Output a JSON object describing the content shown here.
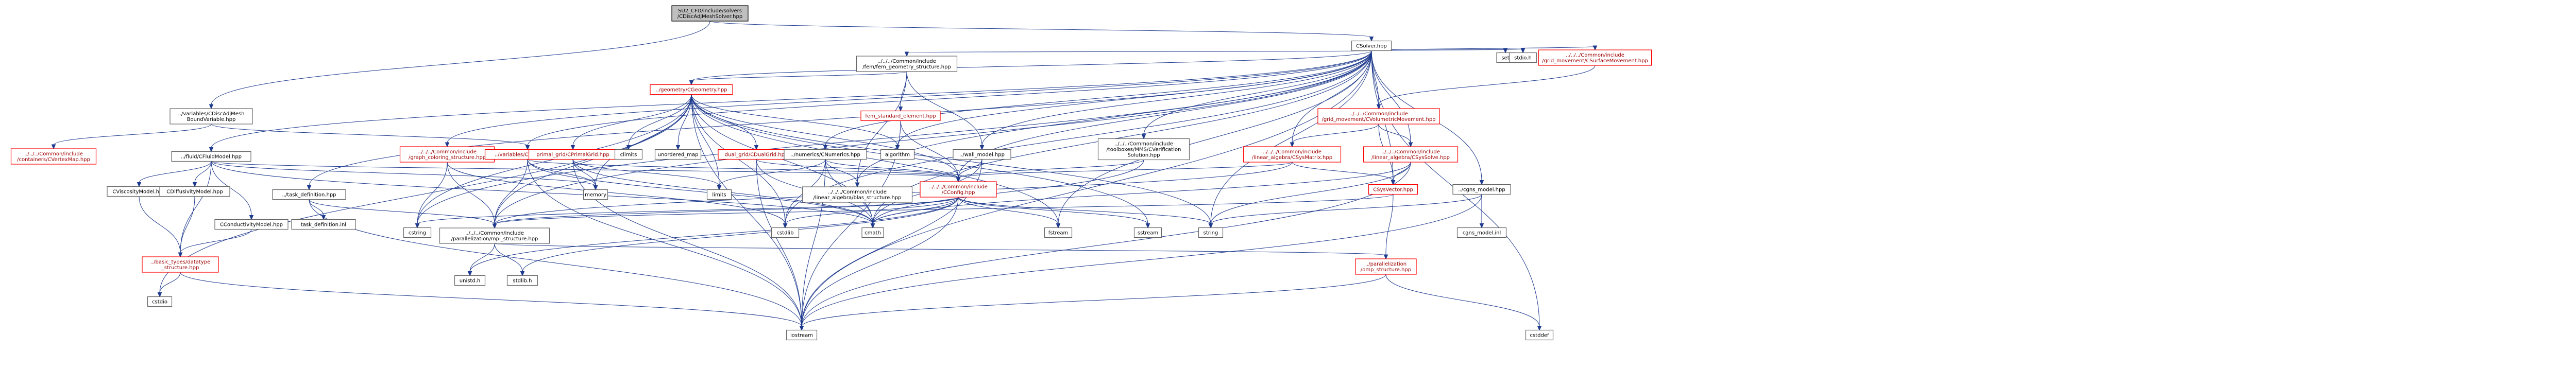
{
  "graph": {
    "colors": {
      "edge": "#1f3b8e",
      "box_border": "#666666",
      "truncated_border": "#ff0000",
      "root_fill": "#bfbfbf"
    },
    "nodes": [
      {
        "id": "root",
        "lines": [
          "SU2_CFD/include/solvers",
          "/CDiscAdjMeshSolver.hpp"
        ],
        "root": true
      },
      {
        "id": "csolver",
        "lines": [
          "CSolver.hpp"
        ]
      },
      {
        "id": "adjmesh",
        "lines": [
          "../variables/CDiscAdjMesh",
          "BoundVariable.hpp"
        ]
      },
      {
        "id": "vertex",
        "lines": [
          "../../../Common/include",
          "/containers/CVertexMap.hpp"
        ],
        "red": true
      },
      {
        "id": "fluidmodel",
        "lines": [
          "../fluid/CFluidModel.hpp"
        ]
      },
      {
        "id": "visc",
        "lines": [
          "CViscosityModel.hpp"
        ]
      },
      {
        "id": "diff",
        "lines": [
          "CDiffusivityModel.hpp"
        ]
      },
      {
        "id": "cond",
        "lines": [
          "CConductivityModel.hpp"
        ]
      },
      {
        "id": "basic",
        "lines": [
          "../basic_types/datatype",
          "_structure.hpp"
        ],
        "red": true
      },
      {
        "id": "cstdio",
        "lines": [
          "cstdio"
        ]
      },
      {
        "id": "taskdef",
        "lines": [
          "../task_definition.hpp"
        ]
      },
      {
        "id": "taskinl",
        "lines": [
          "task_definition.inl"
        ]
      },
      {
        "id": "graphcolor",
        "lines": [
          "../../../Common/include",
          "/graph_coloring_structure.hpp"
        ],
        "red": true
      },
      {
        "id": "cvariable",
        "lines": [
          "../variables/CVariable.hpp"
        ],
        "red": true
      },
      {
        "id": "geometry",
        "lines": [
          "../geometry/CGeometry.hpp"
        ],
        "red": true
      },
      {
        "id": "femgeo",
        "lines": [
          "../../../Common/include",
          "/fem/fem_geometry_structure.hpp"
        ]
      },
      {
        "id": "primal",
        "lines": [
          "primal_grid/CPrimalGrid.hpp"
        ],
        "red": true
      },
      {
        "id": "climits",
        "lines": [
          "climits"
        ]
      },
      {
        "id": "umap",
        "lines": [
          "unordered_map"
        ]
      },
      {
        "id": "dual",
        "lines": [
          "dual_grid/CDualGrid.hpp"
        ],
        "red": true
      },
      {
        "id": "numerics",
        "lines": [
          "../numerics/CNumerics.hpp"
        ]
      },
      {
        "id": "blas",
        "lines": [
          "../../../Common/include",
          "/linear_algebra/blas_structure.hpp"
        ]
      },
      {
        "id": "algorithm",
        "lines": [
          "algorithm"
        ]
      },
      {
        "id": "femstd",
        "lines": [
          "fem_standard_element.hpp"
        ],
        "red": true
      },
      {
        "id": "wallmodel",
        "lines": [
          "../wall_model.hpp"
        ]
      },
      {
        "id": "cconfig",
        "lines": [
          "../../../Common/include",
          "/CConfig.hpp"
        ],
        "red": true
      },
      {
        "id": "ctools",
        "lines": [
          "../../../Common/include",
          "/toolboxes/MMS/CVerification",
          "Solution.hpp"
        ]
      },
      {
        "id": "sysmatrix",
        "lines": [
          "../../../Common/include",
          "/linear_algebra/CSysMatrix.hpp"
        ],
        "red": true
      },
      {
        "id": "syssolve",
        "lines": [
          "../../../Common/include",
          "/linear_algebra/CSysSolve.hpp"
        ],
        "red": true
      },
      {
        "id": "volmove",
        "lines": [
          "../../../Common/include",
          "/grid_movement/CVolumetricMovement.hpp"
        ],
        "red": true
      },
      {
        "id": "sysvector",
        "lines": [
          "CSysVector.hpp"
        ],
        "red": true
      },
      {
        "id": "cgns",
        "lines": [
          "../cgns_model.hpp"
        ]
      },
      {
        "id": "cgnsinl",
        "lines": [
          "cgns_model.inl"
        ]
      },
      {
        "id": "set",
        "lines": [
          "set"
        ]
      },
      {
        "id": "stdioh",
        "lines": [
          "stdio.h"
        ]
      },
      {
        "id": "surfmove",
        "lines": [
          "../../../Common/include",
          "/grid_movement/CSurfaceMovement.hpp"
        ],
        "red": true
      },
      {
        "id": "mpi",
        "lines": [
          "../../../Common/include",
          "/parallelization/mpi_structure.hpp"
        ]
      },
      {
        "id": "omp",
        "lines": [
          "../parallelization",
          "/omp_structure.hpp"
        ],
        "red": true
      },
      {
        "id": "memory",
        "lines": [
          "memory"
        ]
      },
      {
        "id": "limits",
        "lines": [
          "limits"
        ]
      },
      {
        "id": "cstring",
        "lines": [
          "cstring"
        ]
      },
      {
        "id": "cstdlib",
        "lines": [
          "cstdlib"
        ]
      },
      {
        "id": "cmath",
        "lines": [
          "cmath"
        ]
      },
      {
        "id": "fstream",
        "lines": [
          "fstream"
        ]
      },
      {
        "id": "sstream",
        "lines": [
          "sstream"
        ]
      },
      {
        "id": "string",
        "lines": [
          "string"
        ]
      },
      {
        "id": "unistdh",
        "lines": [
          "unistd.h"
        ]
      },
      {
        "id": "stdlibh",
        "lines": [
          "stdlib.h"
        ]
      },
      {
        "id": "iostream",
        "lines": [
          "iostream"
        ]
      },
      {
        "id": "cstddef",
        "lines": [
          "cstddef"
        ]
      }
    ],
    "edges": [
      [
        "root",
        "csolver"
      ],
      [
        "root",
        "adjmesh"
      ],
      [
        "adjmesh",
        "vertex"
      ],
      [
        "adjmesh",
        "cvariable"
      ],
      [
        "csolver",
        "fluidmodel"
      ],
      [
        "csolver",
        "taskdef"
      ],
      [
        "csolver",
        "graphcolor"
      ],
      [
        "csolver",
        "cvariable"
      ],
      [
        "csolver",
        "geometry"
      ],
      [
        "csolver",
        "femgeo"
      ],
      [
        "csolver",
        "numerics"
      ],
      [
        "csolver",
        "algorithm"
      ],
      [
        "csolver",
        "wallmodel"
      ],
      [
        "csolver",
        "cconfig"
      ],
      [
        "csolver",
        "ctools"
      ],
      [
        "csolver",
        "sysmatrix"
      ],
      [
        "csolver",
        "syssolve"
      ],
      [
        "csolver",
        "volmove"
      ],
      [
        "csolver",
        "sysvector"
      ],
      [
        "csolver",
        "cgns"
      ],
      [
        "csolver",
        "set"
      ],
      [
        "csolver",
        "stdioh"
      ],
      [
        "csolver",
        "surfmove"
      ],
      [
        "csolver",
        "mpi"
      ],
      [
        "csolver",
        "cstdlib"
      ],
      [
        "csolver",
        "cmath"
      ],
      [
        "csolver",
        "fstream"
      ],
      [
        "csolver",
        "string"
      ],
      [
        "csolver",
        "iostream"
      ],
      [
        "csolver",
        "cstddef"
      ],
      [
        "csolver",
        "blas"
      ],
      [
        "csolver",
        "cstring"
      ],
      [
        "fluidmodel",
        "visc"
      ],
      [
        "fluidmodel",
        "diff"
      ],
      [
        "fluidmodel",
        "cond"
      ],
      [
        "fluidmodel",
        "basic"
      ],
      [
        "fluidmodel",
        "cconfig"
      ],
      [
        "fluidmodel",
        "memory"
      ],
      [
        "fluidmodel",
        "cmath"
      ],
      [
        "visc",
        "basic"
      ],
      [
        "diff",
        "basic"
      ],
      [
        "cond",
        "basic"
      ],
      [
        "basic",
        "cstdio"
      ],
      [
        "basic",
        "iostream"
      ],
      [
        "taskdef",
        "taskinl"
      ],
      [
        "taskdef",
        "mpi"
      ],
      [
        "taskdef",
        "iostream"
      ],
      [
        "graphcolor",
        "mpi"
      ],
      [
        "graphcolor",
        "cstring"
      ],
      [
        "graphcolor",
        "cstdlib"
      ],
      [
        "cvariable",
        "mpi"
      ],
      [
        "cvariable",
        "memory"
      ],
      [
        "cvariable",
        "cconfig"
      ],
      [
        "cvariable",
        "iostream"
      ],
      [
        "cvariable",
        "cmath"
      ],
      [
        "geometry",
        "primal"
      ],
      [
        "geometry",
        "climits"
      ],
      [
        "geometry",
        "umap"
      ],
      [
        "geometry",
        "dual"
      ],
      [
        "geometry",
        "algorithm"
      ],
      [
        "geometry",
        "cconfig"
      ],
      [
        "geometry",
        "mpi"
      ],
      [
        "geometry",
        "memory"
      ],
      [
        "geometry",
        "limits"
      ],
      [
        "geometry",
        "cstdio"
      ],
      [
        "geometry",
        "cstring"
      ],
      [
        "geometry",
        "fstream"
      ],
      [
        "geometry",
        "string"
      ],
      [
        "geometry",
        "cstdlib"
      ],
      [
        "geometry",
        "sstream"
      ],
      [
        "geometry",
        "cmath"
      ],
      [
        "geometry",
        "iostream"
      ],
      [
        "femgeo",
        "geometry"
      ],
      [
        "femgeo",
        "femstd"
      ],
      [
        "femgeo",
        "wallmodel"
      ],
      [
        "femgeo",
        "blas"
      ],
      [
        "primal",
        "memory"
      ],
      [
        "primal",
        "limits"
      ],
      [
        "primal",
        "iostream"
      ],
      [
        "primal",
        "cmath"
      ],
      [
        "dual",
        "cconfig"
      ],
      [
        "dual",
        "cmath"
      ],
      [
        "dual",
        "iostream"
      ],
      [
        "numerics",
        "blas"
      ],
      [
        "numerics",
        "cconfig"
      ],
      [
        "numerics",
        "limits"
      ],
      [
        "numerics",
        "cstdlib"
      ],
      [
        "numerics",
        "cmath"
      ],
      [
        "numerics",
        "iostream"
      ],
      [
        "femstd",
        "cconfig"
      ],
      [
        "femstd",
        "iostream"
      ],
      [
        "wallmodel",
        "cconfig"
      ],
      [
        "wallmodel",
        "iostream"
      ],
      [
        "wallmodel",
        "cmath"
      ],
      [
        "cconfig",
        "mpi"
      ],
      [
        "cconfig",
        "string"
      ],
      [
        "cconfig",
        "sstream"
      ],
      [
        "cconfig",
        "fstream"
      ],
      [
        "cconfig",
        "cstdlib"
      ],
      [
        "cconfig",
        "cmath"
      ],
      [
        "cconfig",
        "iostream"
      ],
      [
        "cconfig",
        "cstring"
      ],
      [
        "cconfig",
        "unistdh"
      ],
      [
        "cconfig",
        "stdlibh"
      ],
      [
        "ctools",
        "cconfig"
      ],
      [
        "ctools",
        "cmath"
      ],
      [
        "sysmatrix",
        "sysvector"
      ],
      [
        "sysmatrix",
        "cconfig"
      ],
      [
        "sysmatrix",
        "mpi"
      ],
      [
        "syssolve",
        "sysvector"
      ],
      [
        "syssolve",
        "cmath"
      ],
      [
        "syssolve",
        "iostream"
      ],
      [
        "syssolve",
        "string"
      ],
      [
        "volmove",
        "sysmatrix"
      ],
      [
        "volmove",
        "syssolve"
      ],
      [
        "volmove",
        "sysvector"
      ],
      [
        "sysvector",
        "omp"
      ],
      [
        "sysvector",
        "mpi"
      ],
      [
        "cgns",
        "cgnsinl"
      ],
      [
        "cgns",
        "iostream"
      ],
      [
        "cgns",
        "string"
      ],
      [
        "mpi",
        "unistdh"
      ],
      [
        "mpi",
        "stdlibh"
      ],
      [
        "mpi",
        "omp"
      ],
      [
        "omp",
        "cstddef"
      ],
      [
        "omp",
        "iostream"
      ],
      [
        "surfmove",
        "volmove"
      ]
    ]
  }
}
